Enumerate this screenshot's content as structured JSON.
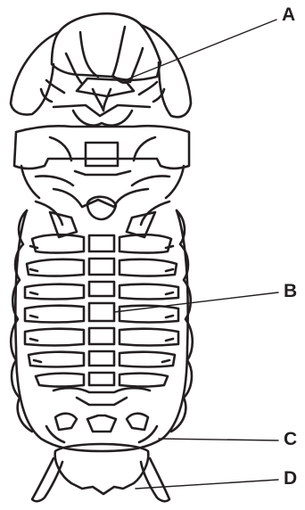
{
  "labels": {
    "a": "A",
    "b": "B",
    "c": "C",
    "d": "D"
  },
  "colors": {
    "outline": "#231f20",
    "fill": "#ffffff"
  }
}
